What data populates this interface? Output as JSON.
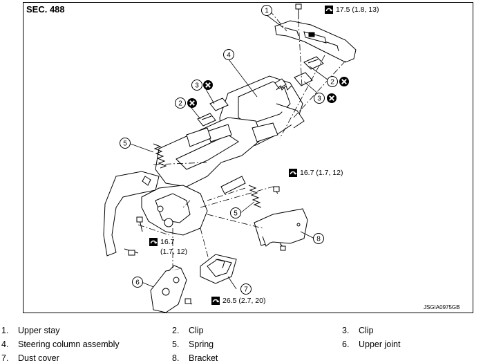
{
  "section_label": "SEC. 488",
  "figure_id": "JSGIA0975GB",
  "callouts": {
    "n1": "1",
    "n2a": "2",
    "n2b": "2",
    "n3a": "3",
    "n3b": "3",
    "n4": "4",
    "n5a": "5",
    "n5b": "5",
    "n6": "6",
    "n7": "7",
    "n8": "8"
  },
  "torques": {
    "t1": "17.5 (1.8, 13)",
    "t2": "16.7 (1.7, 12)",
    "t3_line1": "16.7",
    "t3_line2": "(1.7, 12)",
    "t4": "26.5 (2.7, 20)"
  },
  "legend": [
    {
      "num": "1.",
      "label": "Upper stay"
    },
    {
      "num": "2.",
      "label": "Clip"
    },
    {
      "num": "3.",
      "label": "Clip"
    },
    {
      "num": "4.",
      "label": "Steering column assembly"
    },
    {
      "num": "5.",
      "label": "Spring"
    },
    {
      "num": "6.",
      "label": "Upper joint"
    },
    {
      "num": "7.",
      "label": "Dust cover"
    },
    {
      "num": "8.",
      "label": "Bracket"
    }
  ]
}
